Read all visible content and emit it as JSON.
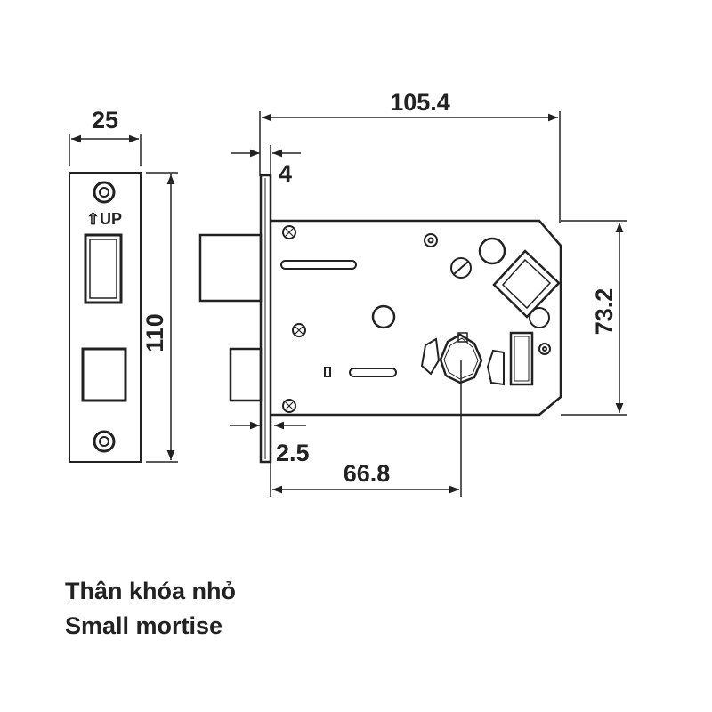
{
  "dimensions": {
    "faceplate_width": "25",
    "faceplate_height": "110",
    "total_width": "105.4",
    "plate_thickness": "4",
    "edge_offset": "2.5",
    "backset": "66.8",
    "body_height": "73.2"
  },
  "faceplate": {
    "orientation_label": "⇧UP"
  },
  "caption": {
    "vietnamese": "Thân khóa nhỏ",
    "english": "Small mortise"
  },
  "colors": {
    "line": "#222222",
    "background": "#ffffff"
  }
}
